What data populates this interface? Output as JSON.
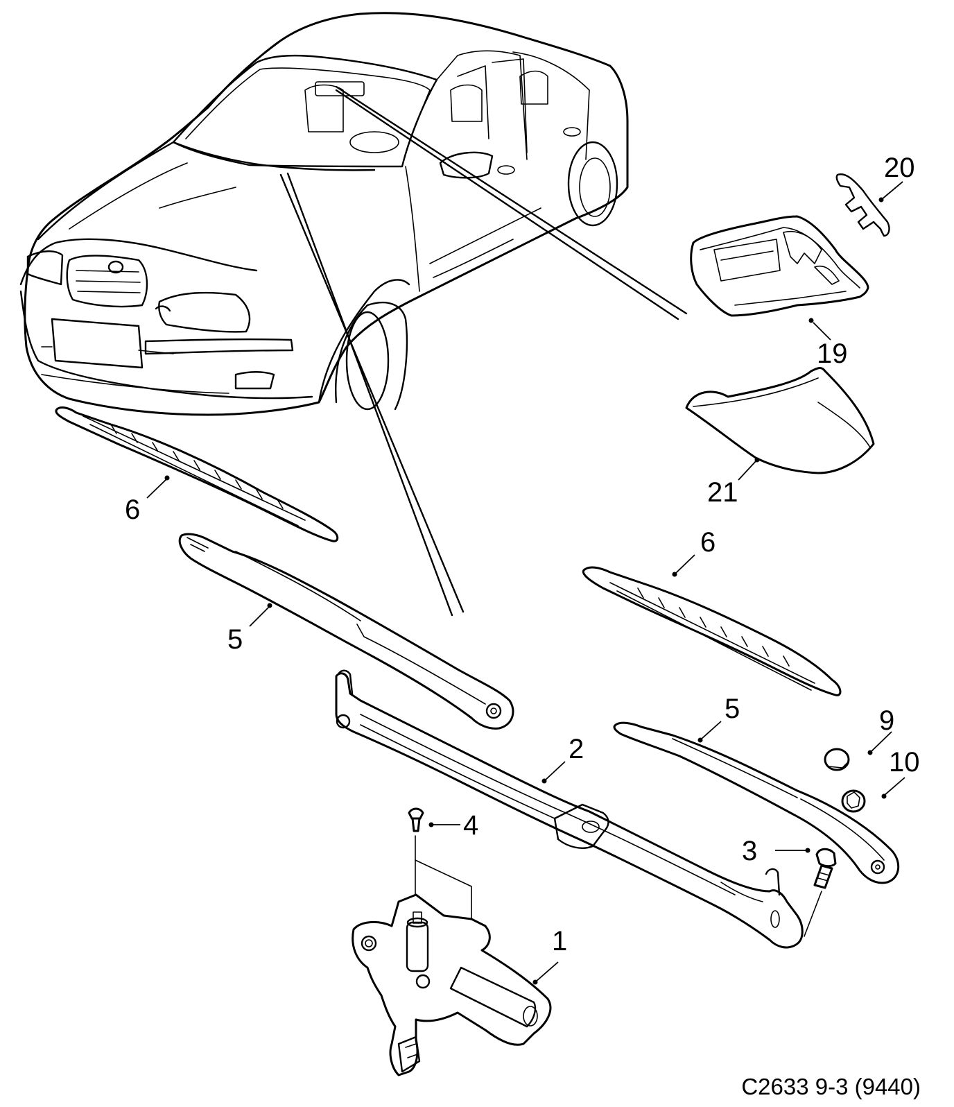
{
  "diagram": {
    "title": "Windscreen wiper system parts diagram",
    "reference_code": "C2633 9-3 (9440)",
    "line_color": "#000000",
    "background": "#ffffff",
    "callouts": [
      {
        "id": "c1",
        "label": "1",
        "part": "wiper-motor"
      },
      {
        "id": "c2",
        "label": "2",
        "part": "wiper-linkage"
      },
      {
        "id": "c3",
        "label": "3",
        "part": "bolt"
      },
      {
        "id": "c4",
        "label": "4",
        "part": "screw"
      },
      {
        "id": "c5a",
        "label": "5",
        "part": "wiper-arm-left"
      },
      {
        "id": "c5b",
        "label": "5",
        "part": "wiper-arm-right"
      },
      {
        "id": "c6a",
        "label": "6",
        "part": "wiper-blade-left"
      },
      {
        "id": "c6b",
        "label": "6",
        "part": "wiper-blade-right"
      },
      {
        "id": "c9",
        "label": "9",
        "part": "cap"
      },
      {
        "id": "c10",
        "label": "10",
        "part": "nut"
      },
      {
        "id": "c19",
        "label": "19",
        "part": "rain-sensor-housing"
      },
      {
        "id": "c20",
        "label": "20",
        "part": "clip"
      },
      {
        "id": "c21",
        "label": "21",
        "part": "cover"
      }
    ]
  }
}
